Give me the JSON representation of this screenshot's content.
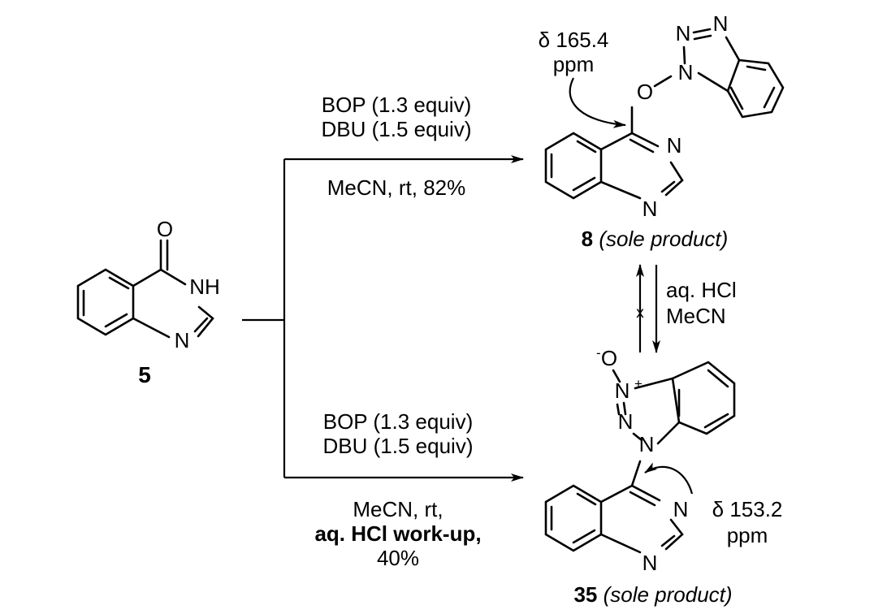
{
  "compounds": {
    "start": {
      "number": "5"
    },
    "top_product": {
      "number": "8",
      "note": "(sole product)",
      "shift_value": "165.4",
      "shift_unit": "ppm"
    },
    "bottom_product": {
      "number": "35",
      "note": "(sole product)",
      "shift_value": "153.2",
      "shift_unit": "ppm"
    }
  },
  "atoms": {
    "O": "O",
    "N": "N",
    "NH": "NH",
    "N_plus": "N",
    "O_minus": "O",
    "plus": "+",
    "minus": "-",
    "delta": "δ"
  },
  "reactions": {
    "top": {
      "line1": "BOP (1.3 equiv)",
      "line2": "DBU (1.5 equiv)",
      "line3": "MeCN, rt, 82%"
    },
    "bottom": {
      "line1": "BOP (1.3 equiv)",
      "line2": "DBU (1.5 equiv)",
      "line3": "MeCN, rt,",
      "line4": "aq. HCl work-up,",
      "line5": "40%"
    },
    "conversion": {
      "line1": "aq. HCl",
      "line2": "MeCN",
      "blocked_mark": "x"
    }
  }
}
